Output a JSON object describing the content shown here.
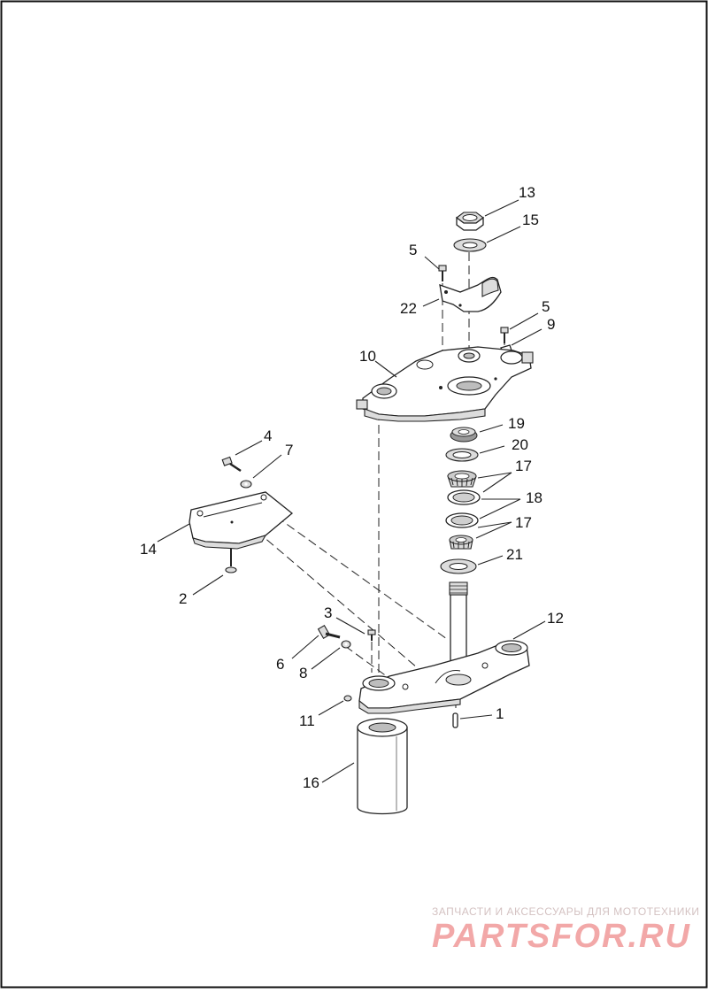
{
  "callouts": [
    {
      "id": "c13",
      "text": "13"
    },
    {
      "id": "c15",
      "text": "15"
    },
    {
      "id": "c5a",
      "text": "5"
    },
    {
      "id": "c22",
      "text": "22"
    },
    {
      "id": "c5b",
      "text": "5"
    },
    {
      "id": "c9",
      "text": "9"
    },
    {
      "id": "c10",
      "text": "10"
    },
    {
      "id": "c19",
      "text": "19"
    },
    {
      "id": "c20",
      "text": "20"
    },
    {
      "id": "c17a",
      "text": "17"
    },
    {
      "id": "c18",
      "text": "18"
    },
    {
      "id": "c17b",
      "text": "17"
    },
    {
      "id": "c21",
      "text": "21"
    },
    {
      "id": "c4",
      "text": "4"
    },
    {
      "id": "c7",
      "text": "7"
    },
    {
      "id": "c14",
      "text": "14"
    },
    {
      "id": "c2",
      "text": "2"
    },
    {
      "id": "c3",
      "text": "3"
    },
    {
      "id": "c12",
      "text": "12"
    },
    {
      "id": "c6",
      "text": "6"
    },
    {
      "id": "c8",
      "text": "8"
    },
    {
      "id": "c1",
      "text": "1"
    },
    {
      "id": "c11",
      "text": "11"
    },
    {
      "id": "c16",
      "text": "16"
    }
  ],
  "watermark": {
    "tagline": "ЗАПЧАСТИ И АКСЕССУАРЫ ДЛЯ МОТОТЕХНИКИ",
    "brand": "PARTSFOR.RU"
  }
}
